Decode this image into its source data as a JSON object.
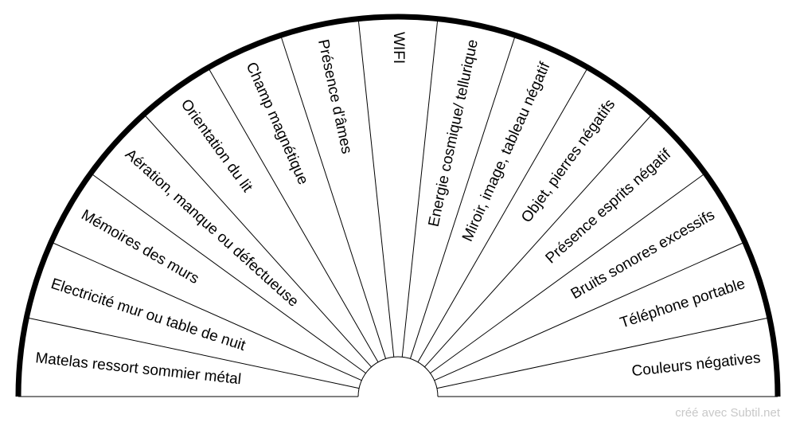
{
  "chart": {
    "sectors": [
      "Matelas ressort sommier métal",
      "Electricité mur ou table de nuit",
      "Mémoires des murs",
      "Aération, manque ou défectueuse",
      "Orientation du lit",
      "Champ magnétique",
      "Présence d'âmes",
      "WIFI",
      "Energie cosmique/ tellurique",
      "Miroir, image, tableau négatif",
      "Objet, pierres négatifs",
      "Présence esprits négatif",
      "Bruits sonores excessifs",
      "Téléphone portable",
      "Couleurs négatives"
    ],
    "line_color": "#000000"
  },
  "footer": "créé avec Subtil.net"
}
